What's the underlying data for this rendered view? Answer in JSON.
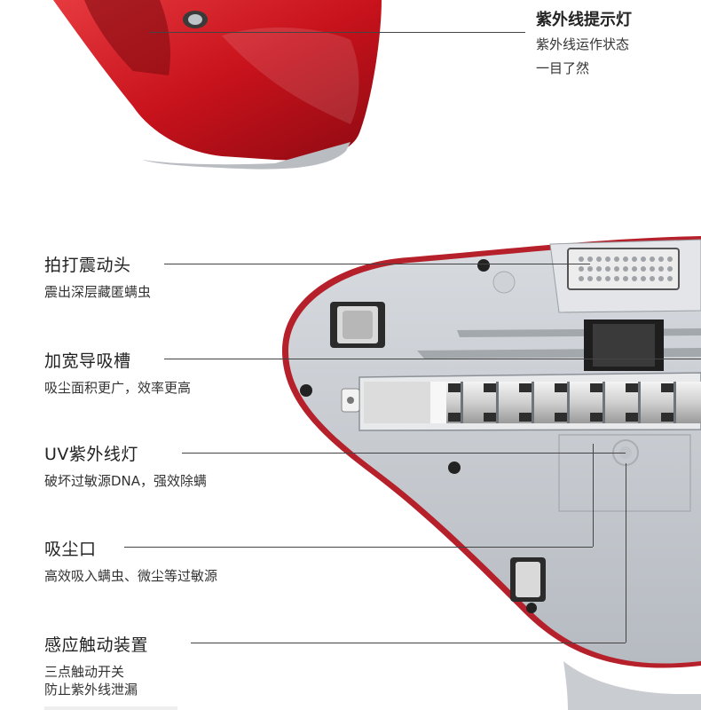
{
  "top_callout": {
    "title": "紫外线提示灯",
    "desc_lines": [
      "紫外线运作状态",
      "一目了然"
    ]
  },
  "features": [
    {
      "title": "拍打震动头",
      "desc_lines": [
        "震出深层藏匿螨虫"
      ]
    },
    {
      "title": "加宽导吸槽",
      "desc_lines": [
        "吸尘面积更广，效率更高"
      ]
    },
    {
      "title": "UV紫外线灯",
      "desc_lines": [
        "破坏过敏源DNA，强效除螨"
      ]
    },
    {
      "title": "吸尘口",
      "desc_lines": [
        "高效吸入螨虫、微尘等过敏源"
      ]
    },
    {
      "title": "感应触动装置",
      "desc_lines": [
        "三点触动开关",
        "防止紫外线泄漏"
      ]
    }
  ],
  "colors": {
    "product_red": "#c8121c",
    "body_gray": "#c9cdd2",
    "line": "#444444"
  }
}
